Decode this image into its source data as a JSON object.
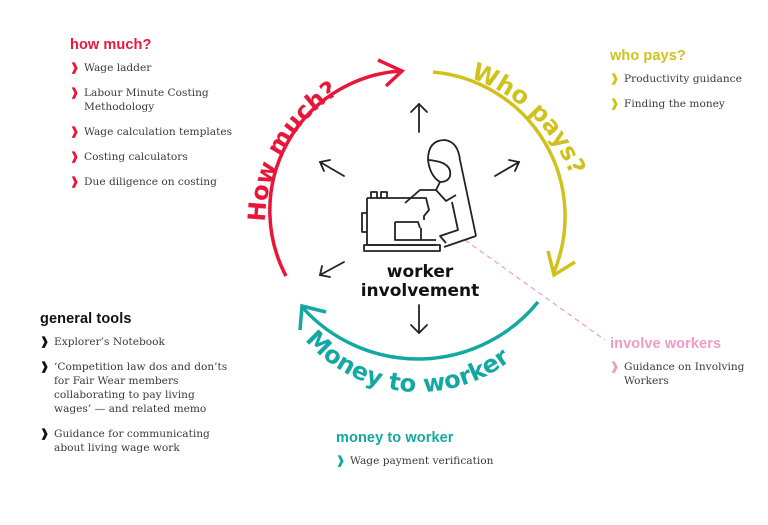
{
  "center": {
    "line1": "worker",
    "line2": "involvement",
    "icon": "worker-at-sewing-machine-icon"
  },
  "cycle": {
    "how_much": {
      "label": "How much?",
      "color": "#e8173a"
    },
    "who_pays": {
      "label": "Who pays?",
      "color": "#cfc21c"
    },
    "money_to_worker": {
      "label": "Money to worker",
      "color": "#14a8a3"
    },
    "involve_connector_color": "#f29ac4"
  },
  "panels": {
    "how_much": {
      "title": "how much?",
      "color": "#e8173a",
      "items": [
        "Wage ladder",
        "Labour Minute Costing Methodology",
        "Wage calculation templates",
        "Costing calculators",
        "Due diligence on costing"
      ]
    },
    "who_pays": {
      "title": "who pays?",
      "color": "#cfc21c",
      "items": [
        "Productivity guidance",
        "Finding the money"
      ]
    },
    "general_tools": {
      "title": "general tools",
      "color": "#111111",
      "items": [
        "Explorer’s Notebook",
        "‘Competition law dos and don’ts for Fair Wear members collaborating to pay living wages’ — and related memo",
        "Guidance for communicating about living wage work"
      ]
    },
    "involve_workers": {
      "title": "involve workers",
      "color": "#f29ac4",
      "items": [
        "Guidance on Involving Workers"
      ]
    },
    "money_to_worker": {
      "title": "money to worker",
      "color": "#14a8a3",
      "items": [
        "Wage payment verification"
      ]
    }
  },
  "bullet_glyph": "❱"
}
